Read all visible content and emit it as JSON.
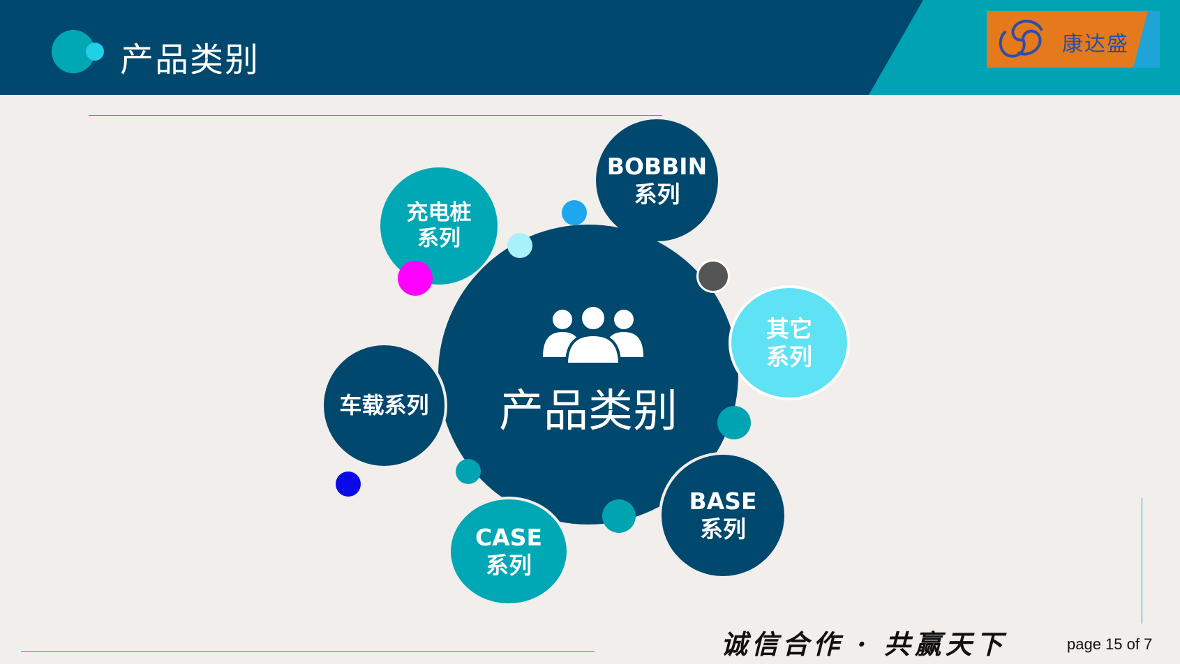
{
  "header": {
    "title": "产品类别",
    "logo_text": "康达盛"
  },
  "diagram": {
    "center_label": "产品类别",
    "center_icon": "people-group-icon",
    "nodes": [
      {
        "id": "charging",
        "label": "充电桩\n系列",
        "color": "#00a7b5"
      },
      {
        "id": "bobbin",
        "label": "BOBBIN\n系列",
        "color": "#00486e"
      },
      {
        "id": "other",
        "label": "其它\n系列",
        "color": "#5fe2f3"
      },
      {
        "id": "vehicle",
        "label": "车载系列",
        "color": "#00486e"
      },
      {
        "id": "base",
        "label": "BASE\n系列",
        "color": "#00486e"
      },
      {
        "id": "case",
        "label": "CASE\n系列",
        "color": "#00a7b5"
      }
    ]
  },
  "footer": {
    "slogan": "诚信合作 · 共赢天下",
    "page_number": "page 15 of 7"
  }
}
